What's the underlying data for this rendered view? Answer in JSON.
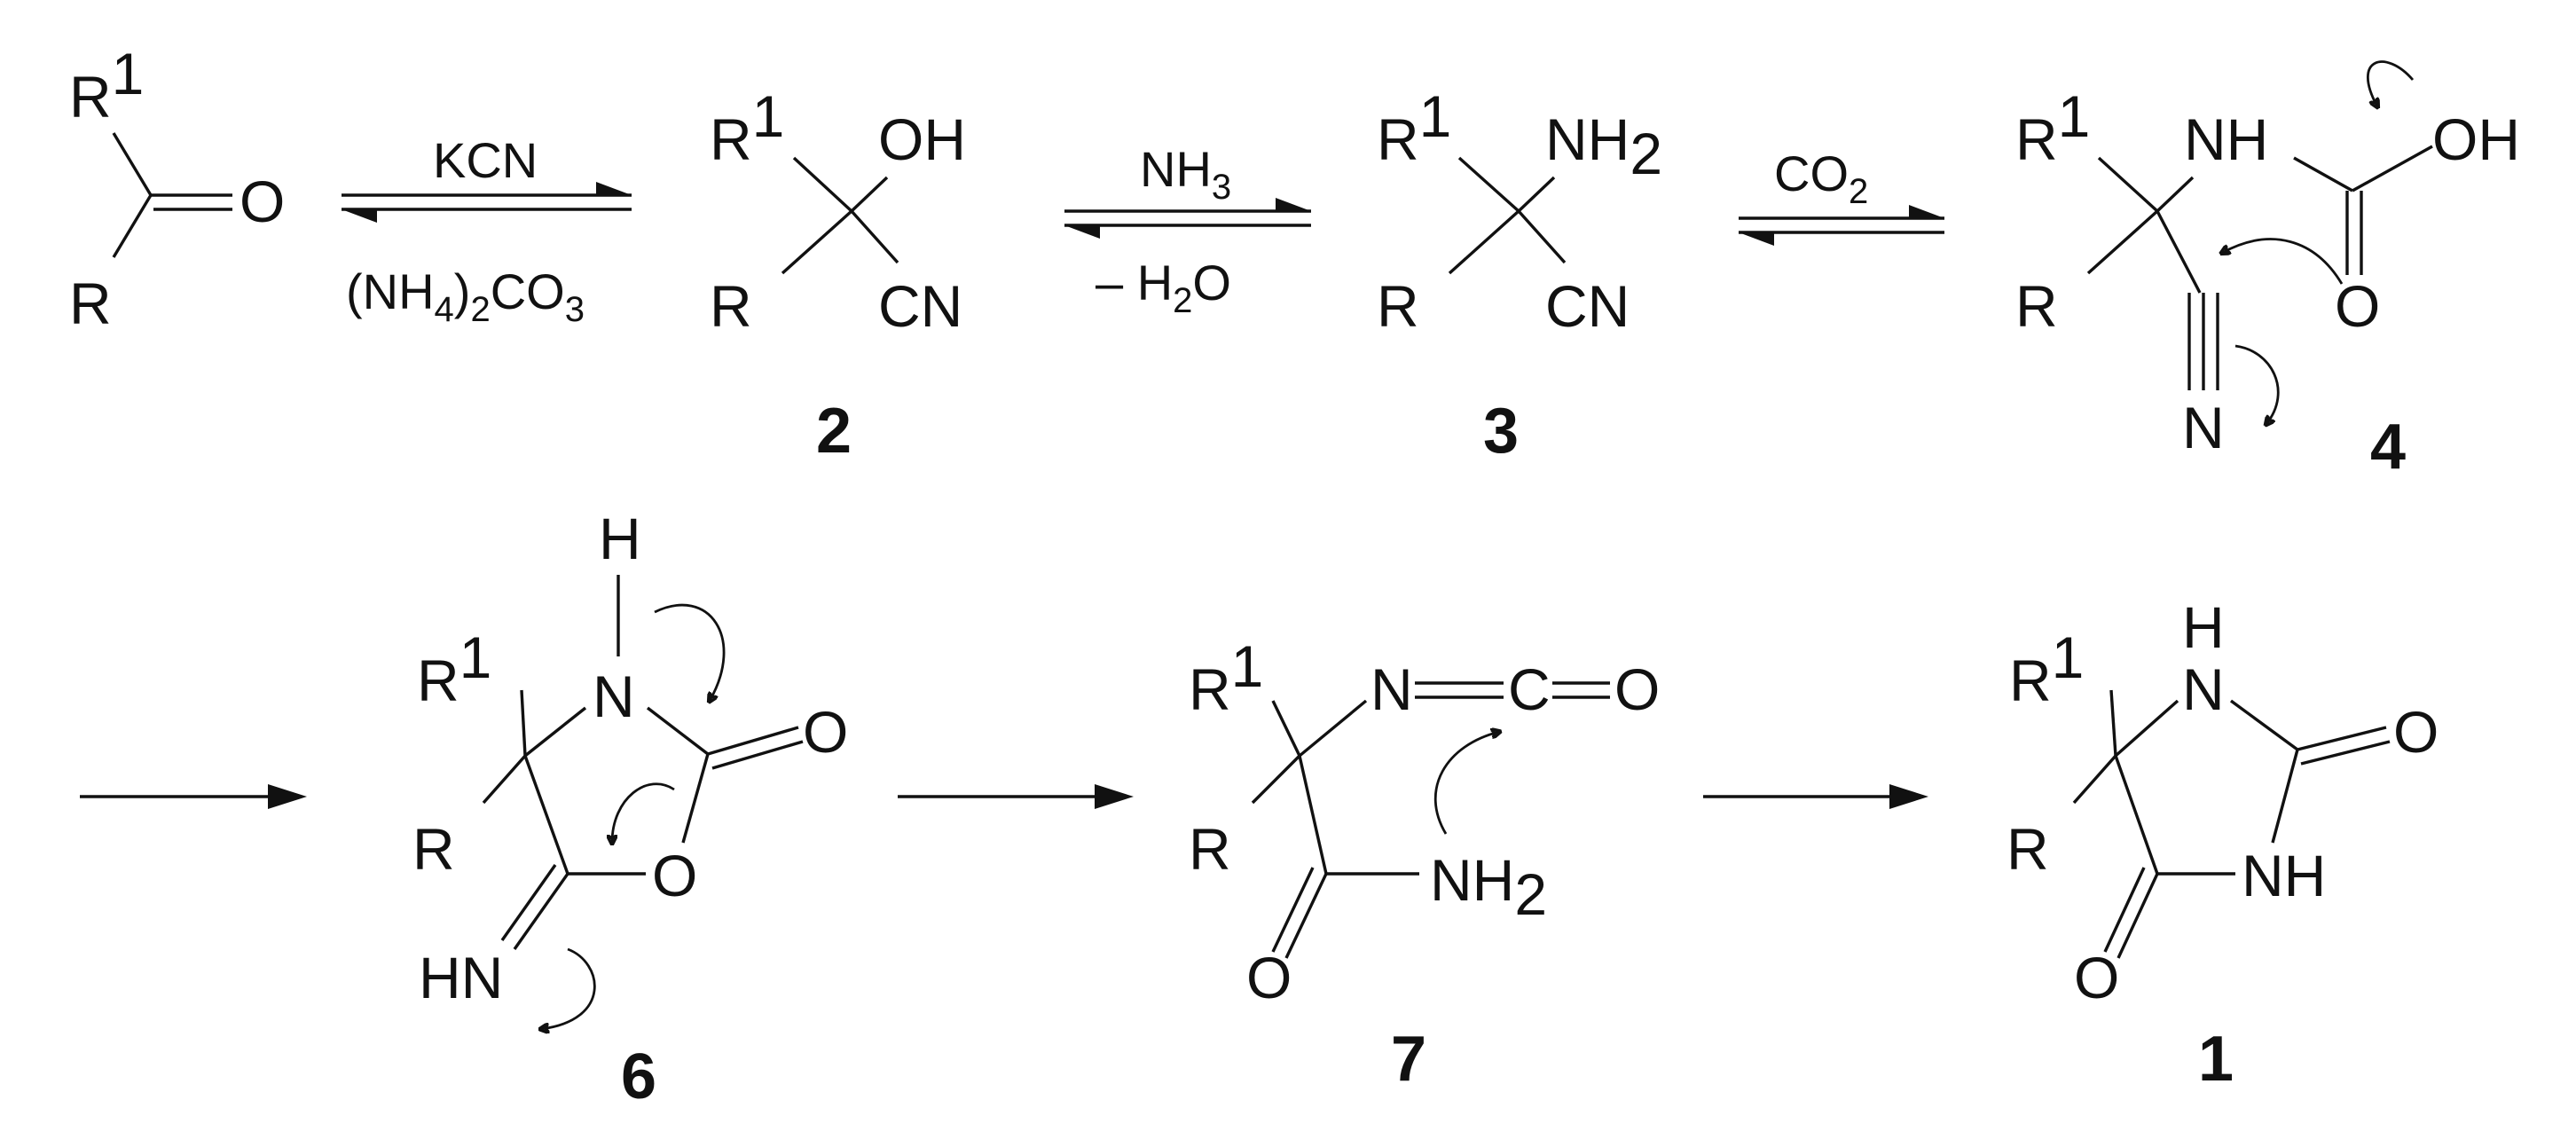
{
  "labels": {
    "R": "R",
    "R1_base": "R",
    "R1_sup": "1",
    "O": "O",
    "OH": "OH",
    "CN": "CN",
    "N": "N",
    "H": "H",
    "C": "C",
    "NH": "NH",
    "HN": "HN",
    "NH2_base": "NH",
    "NH2_sub": "2"
  },
  "reagents": {
    "step1_top": "KCN",
    "step1_bottom_parts": [
      "(NH",
      "4",
      ")",
      "2",
      "CO",
      "3"
    ],
    "step2_top_parts": [
      "NH",
      "3"
    ],
    "step2_bottom_parts": [
      "– H",
      "2",
      "O"
    ],
    "step3_top_parts": [
      "CO",
      "2"
    ]
  },
  "compounds": {
    "c2": "2",
    "c3": "3",
    "c4": "4",
    "c6": "6",
    "c7": "7",
    "c1": "1"
  },
  "colors": {
    "ink": "#111111",
    "background": "#ffffff"
  }
}
